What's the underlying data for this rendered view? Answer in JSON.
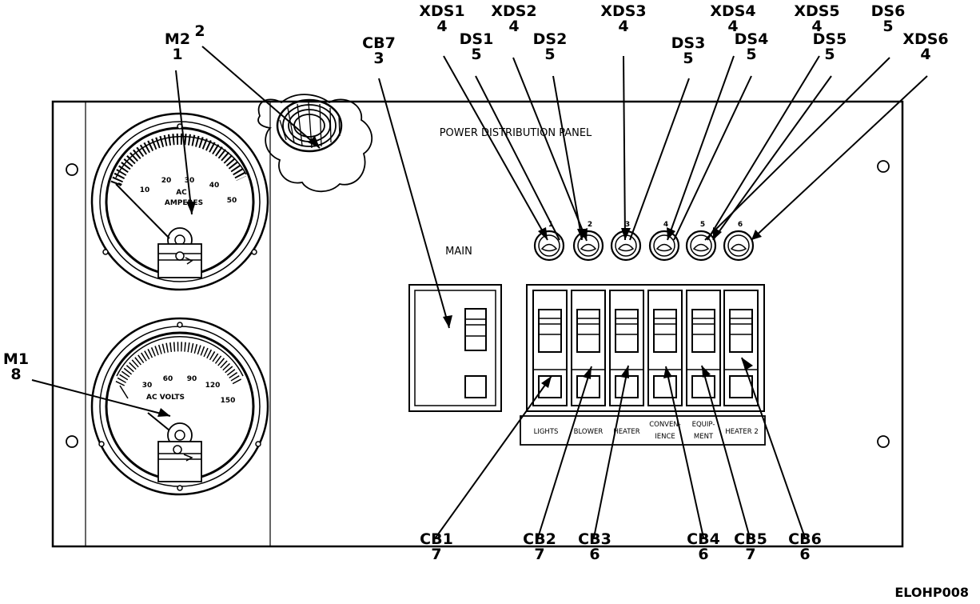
{
  "panel": {
    "title": "POWER DISTRIBUTION PANEL",
    "main_label": "MAIN",
    "lamp_numbers": [
      "1",
      "2",
      "3",
      "4",
      "5",
      "6"
    ],
    "breaker_labels": [
      "LIGHTS",
      "BLOWER",
      "HEATER",
      "CONVEN-IENCE",
      "EQUIP-MENT",
      "HEATER 2"
    ]
  },
  "ammeter": {
    "scale": [
      "10",
      "20",
      "30",
      "40",
      "50"
    ],
    "caption_top": "AC",
    "caption_bottom": "AMPERES"
  },
  "voltmeter": {
    "scale": [
      "30",
      "60",
      "90",
      "120",
      "150"
    ],
    "caption": "AC VOLTS"
  },
  "callouts": [
    {
      "name": "M2",
      "num": "1"
    },
    {
      "name": "",
      "num": "2"
    },
    {
      "name": "CB7",
      "num": "3"
    },
    {
      "name": "XDS1",
      "num": "4"
    },
    {
      "name": "DS1",
      "num": "5"
    },
    {
      "name": "XDS2",
      "num": "4"
    },
    {
      "name": "DS2",
      "num": "5"
    },
    {
      "name": "XDS3",
      "num": "4"
    },
    {
      "name": "DS3",
      "num": "5"
    },
    {
      "name": "XDS4",
      "num": "4"
    },
    {
      "name": "DS4",
      "num": "5"
    },
    {
      "name": "XDS5",
      "num": "4"
    },
    {
      "name": "DS5",
      "num": "5"
    },
    {
      "name": "DS6",
      "num": "5"
    },
    {
      "name": "XDS6",
      "num": "4"
    },
    {
      "name": "M1",
      "num": "8"
    },
    {
      "name": "CB1",
      "num": "7"
    },
    {
      "name": "CB2",
      "num": "7"
    },
    {
      "name": "CB3",
      "num": "6"
    },
    {
      "name": "CB4",
      "num": "6"
    },
    {
      "name": "CB5",
      "num": "7"
    },
    {
      "name": "CB6",
      "num": "6"
    }
  ],
  "figure_id": "ELOHP008"
}
